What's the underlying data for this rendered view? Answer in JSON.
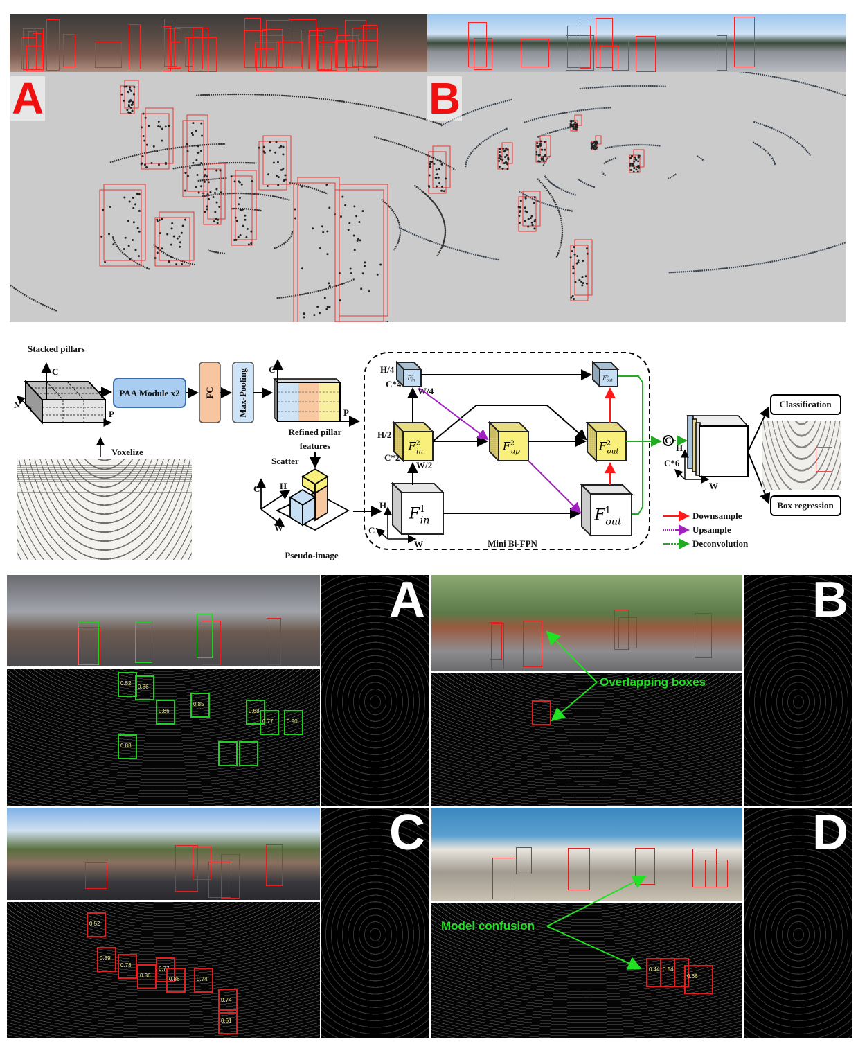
{
  "top_figure": {
    "panel_labels": [
      "A",
      "B"
    ]
  },
  "architecture": {
    "stacked_pillars": "Stacked pillars",
    "axis_c": "C",
    "axis_n": "N",
    "axis_p": "P",
    "axis_h": "H",
    "axis_w": "W",
    "paa_module": "PAA Module x2",
    "fc": "FC",
    "max_pooling": "Max-Pooling",
    "refined_line1": "Refined pillar",
    "refined_line2": "features",
    "voxelize": "Voxelize",
    "scatter": "Scatter",
    "pseudo_image": "Pseudo-image",
    "mini_bifpn": "Mini Bi-FPN",
    "dims": {
      "h4": "H/4",
      "c4": "C*4",
      "w4": "W/4",
      "h2": "H/2",
      "c2": "C*2",
      "w2": "W/2",
      "c6": "C*6"
    },
    "nodes": {
      "f_in1": {
        "base": "F",
        "sup": "1",
        "sub": "in"
      },
      "f_out1": {
        "base": "F",
        "sup": "1",
        "sub": "out"
      },
      "f_in2": {
        "base": "F",
        "sup": "2",
        "sub": "in"
      },
      "f_up2": {
        "base": "F",
        "sup": "2",
        "sub": "up"
      },
      "f_out2": {
        "base": "F",
        "sup": "2",
        "sub": "out"
      },
      "f_in3": {
        "base": "F",
        "sup": "3",
        "sub": "in"
      },
      "f_out3": {
        "base": "F",
        "sup": "3",
        "sub": "out"
      }
    },
    "concat_symbol": "C",
    "classification": "Classification",
    "box_regression": "Box regression",
    "legend": [
      {
        "label": "Downsample",
        "color": "#ff1a1a"
      },
      {
        "label": "Upsample",
        "color": "#a020c0"
      },
      {
        "label": "Deconvolution",
        "color": "#22aa22"
      }
    ],
    "colors": {
      "paa": "#a9cdf0",
      "fc": "#f7c59f",
      "maxpool": "#cfe3f7",
      "yellow": "#f8f07a",
      "blue_cube": "#c6dff5"
    }
  },
  "results": {
    "panels": [
      {
        "label": "A",
        "scores": [
          "0.52",
          "0.86",
          "0.86",
          "0.85",
          "0.68",
          "0.77",
          "0.90",
          "0.88"
        ]
      },
      {
        "label": "B",
        "callout": "Overlapping boxes"
      },
      {
        "label": "C",
        "scores": [
          "0.52",
          "0.89",
          "0.78",
          "0.86",
          "0.77",
          "0.86",
          "0.74",
          "0.74",
          "0.61"
        ]
      },
      {
        "label": "D",
        "callout": "Model confusion",
        "scores": [
          "0.44",
          "0.54",
          "0.66"
        ]
      }
    ]
  }
}
